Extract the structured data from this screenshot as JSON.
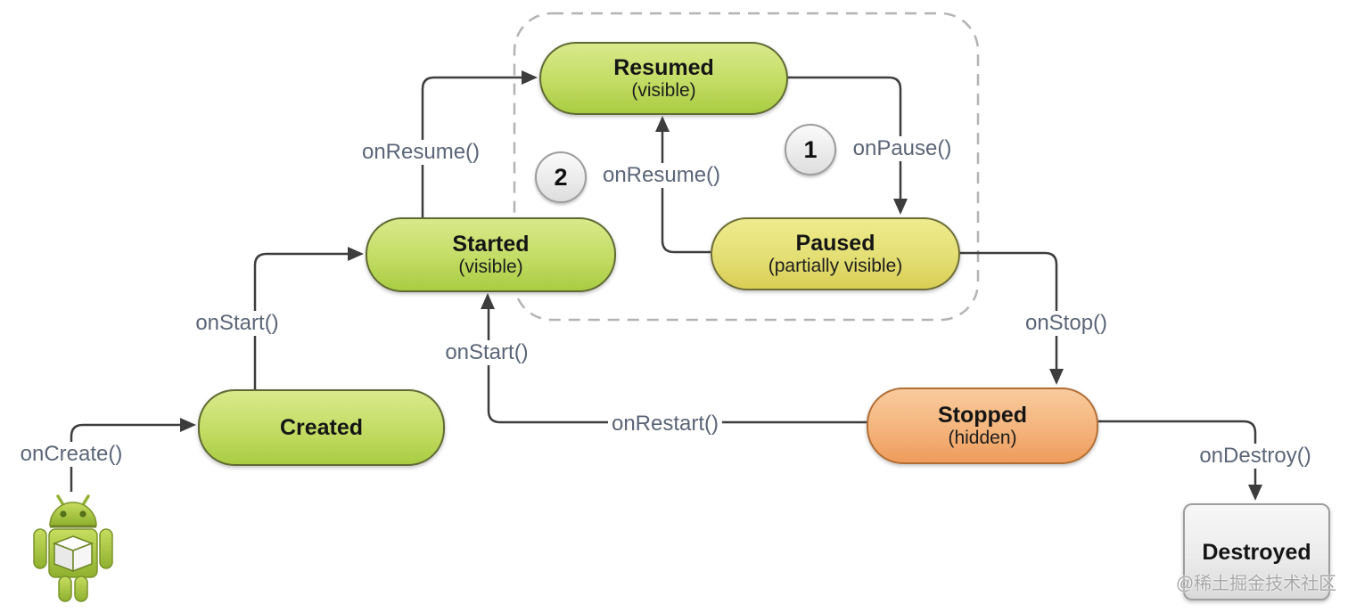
{
  "diagram": {
    "states": {
      "created": {
        "title": "Created",
        "subtitle": ""
      },
      "started": {
        "title": "Started",
        "subtitle": "(visible)"
      },
      "resumed": {
        "title": "Resumed",
        "subtitle": "(visible)"
      },
      "paused": {
        "title": "Paused",
        "subtitle": "(partially visible)"
      },
      "stopped": {
        "title": "Stopped",
        "subtitle": "(hidden)"
      },
      "destroyed": {
        "title": "Destroyed",
        "subtitle": ""
      }
    },
    "labels": {
      "on_create": "onCreate()",
      "on_start_1": "onStart()",
      "on_resume_1": "onResume()",
      "on_pause": "onPause()",
      "on_resume_2": "onResume()",
      "on_stop": "onStop()",
      "on_restart": "onRestart()",
      "on_start_2": "onStart()",
      "on_destroy": "onDestroy()"
    },
    "badges": {
      "pause_step": "1",
      "resume_step": "2"
    },
    "watermark": "@稀土掘金技术社区",
    "colors": {
      "state_green_top": "#d9e98b",
      "state_green_bottom": "#a9cc42",
      "state_green_border": "#5f6a33",
      "state_yellow_top": "#eeeb8e",
      "state_yellow_bottom": "#d9ce55",
      "state_orange_top": "#f9cb9d",
      "state_orange_bottom": "#ee9c5c",
      "state_gray_top": "#f7f7f7",
      "state_gray_bottom": "#d9d9d9",
      "connector": "#3d3d3d",
      "dashed_border": "#b3b3b3",
      "label_text": "#5b6577",
      "android_green": "#a4c639"
    }
  }
}
